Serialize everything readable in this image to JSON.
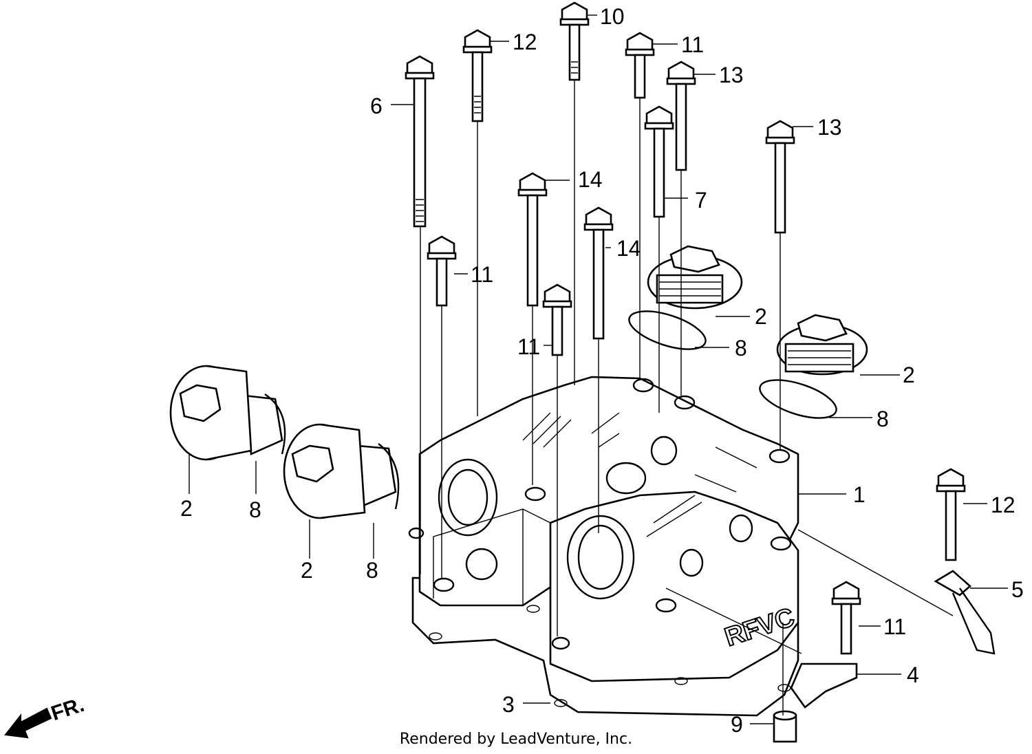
{
  "callouts": {
    "c1": "1",
    "c2a": "2",
    "c2b": "2",
    "c2c": "2",
    "c2d": "2",
    "c3": "3",
    "c4": "4",
    "c5": "5",
    "c6": "6",
    "c7": "7",
    "c8a": "8",
    "c8b": "8",
    "c8c": "8",
    "c8d": "8",
    "c9": "9",
    "c10": "10",
    "c11a": "11",
    "c11b": "11",
    "c11c": "11",
    "c11d": "11",
    "c12a": "12",
    "c12b": "12",
    "c13a": "13",
    "c13b": "13",
    "c14a": "14",
    "c14b": "14"
  },
  "cover_logo": "RFVC",
  "front_indicator": "FR.",
  "footer": "Rendered by LeadVenture, Inc."
}
